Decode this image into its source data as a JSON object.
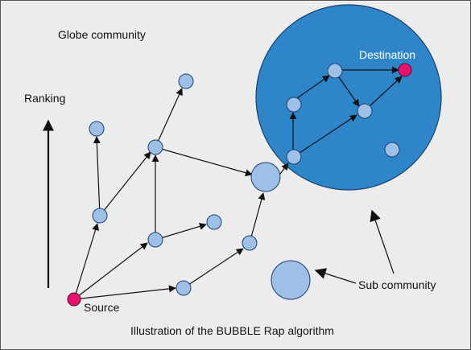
{
  "labels": {
    "globe_community": "Globe community",
    "ranking": "Ranking",
    "destination": "Destination",
    "source": "Source",
    "sub_community": "Sub community",
    "caption": "Illustration of the BUBBLE Rap algorithm"
  },
  "colors": {
    "background": "#ececec",
    "border": "#555555",
    "community_fill": "#2e86c9",
    "community_stroke": "#1a3f70",
    "node_fill": "#9ec0e6",
    "endpoint_fill": "#e6136c"
  }
}
